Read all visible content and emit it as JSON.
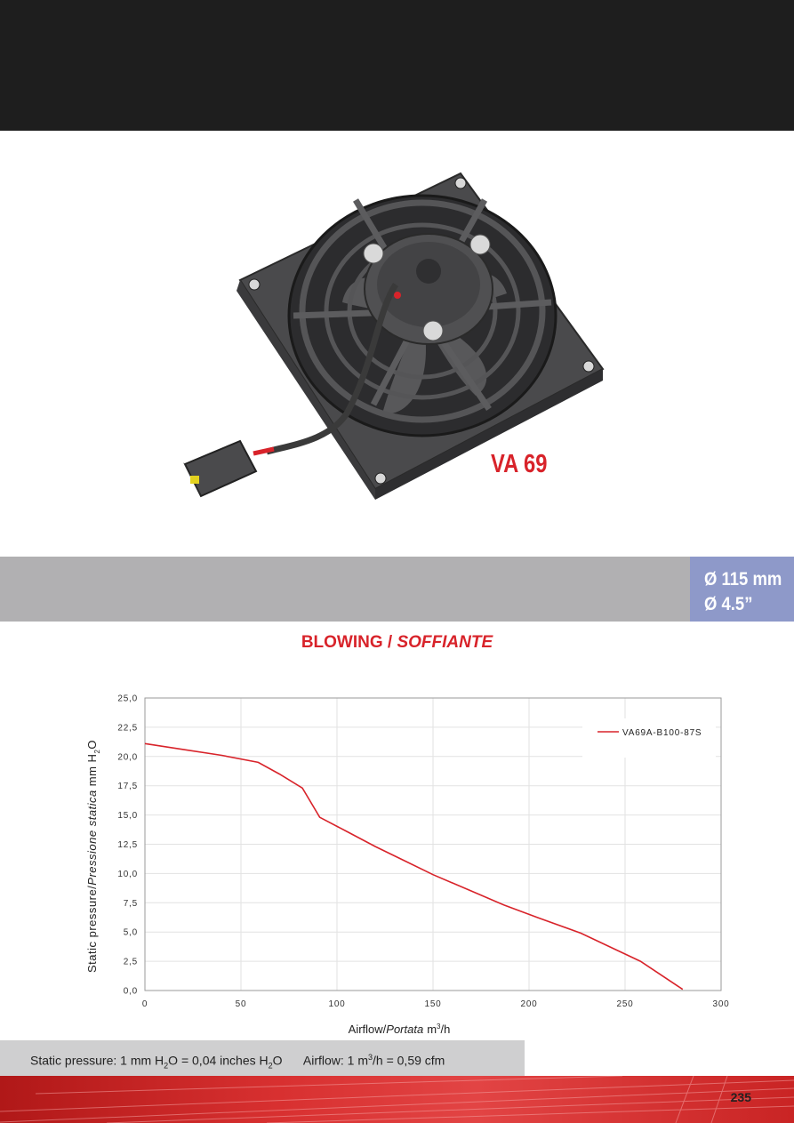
{
  "model": "VA 69",
  "size": {
    "mm": "Ø 115 mm",
    "inch": "Ø 4.5”"
  },
  "heading": {
    "main": "BLOWING / ",
    "italic": "SOFFIANTE"
  },
  "colors": {
    "accent_red": "#d8232a",
    "size_box": "#8e99c9",
    "grey_band": "#b1b0b2",
    "top_bar": "#1e1e1e"
  },
  "icons": [
    "fan-product-image",
    "connector-icon"
  ],
  "chart_data": {
    "type": "line",
    "xlabel_main": "Airflow/",
    "xlabel_italic": "Portata",
    "xlabel_unit": "m",
    "xlabel_unit_sup": "3",
    "xlabel_unit_tail": "/h",
    "ylabel_main": "Static pressure/",
    "ylabel_italic": "Pressione statica",
    "ylabel_unit": "mm  H",
    "ylabel_unit_sub": "2",
    "ylabel_unit_tail": "O",
    "xlim": [
      0,
      300
    ],
    "ylim": [
      0,
      25
    ],
    "x_ticks": [
      0,
      50,
      100,
      150,
      200,
      250,
      300
    ],
    "x_tick_labels": [
      "0",
      "50",
      "100",
      "150",
      "200",
      "250",
      "300"
    ],
    "y_ticks": [
      0,
      2.5,
      5,
      7.5,
      10,
      12.5,
      15,
      17.5,
      20,
      22.5,
      25
    ],
    "y_tick_labels": [
      "0,0",
      "2,5",
      "5,0",
      "7,5",
      "10,0",
      "12,5",
      "15,0",
      "17,5",
      "20,0",
      "22,5",
      "25,0"
    ],
    "grid": true,
    "legend_position": "top-right",
    "series": [
      {
        "name": "VA69A-B100-87S",
        "color": "#d8232a",
        "x": [
          0,
          20,
          40,
          59,
          70,
          82,
          91,
          105,
          120,
          135,
          150,
          170,
          187,
          205,
          227,
          245,
          258,
          280
        ],
        "y": [
          21.1,
          20.6,
          20.1,
          19.5,
          18.5,
          17.3,
          14.8,
          13.6,
          12.3,
          11.1,
          9.9,
          8.5,
          7.3,
          6.2,
          4.9,
          3.5,
          2.5,
          0.1
        ]
      }
    ]
  },
  "footnote": {
    "pressure_a": "Static pressure: 1 mm H",
    "pressure_sub_a": "2",
    "pressure_b": "O = 0,04 inches H",
    "pressure_sub_b": "2",
    "pressure_c": "O",
    "airflow_a": "Airflow: 1 m",
    "airflow_sup": "3",
    "airflow_b": "/h = 0,59 cfm"
  },
  "page_number": "235"
}
